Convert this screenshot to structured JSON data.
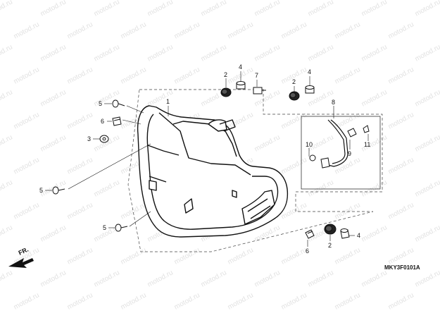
{
  "watermark": "motod.ru",
  "diagram_code": "MKY3F0101A",
  "direction_label": "FR.",
  "callouts": [
    "1",
    "2",
    "4",
    "7",
    "2",
    "4",
    "8",
    "5",
    "6",
    "3",
    "9",
    "11",
    "10",
    "5",
    "5",
    "6",
    "2",
    "4"
  ]
}
